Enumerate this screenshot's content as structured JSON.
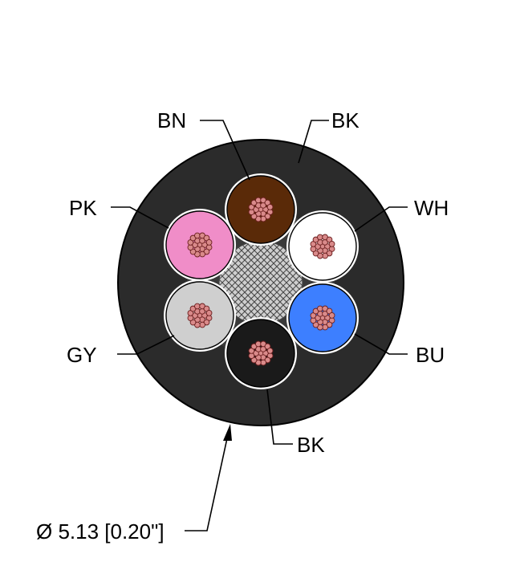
{
  "cable": {
    "jacket_color": "#2b2b2b",
    "filler_color": "#3a3a3a",
    "shield_color": "#cfcfcf",
    "strand_color": "#d98a8a",
    "dimension_label": "Ø 5.13 [0.20\"]"
  },
  "conductors": [
    {
      "id": "bn",
      "label": "BN",
      "color": "#5a2a08"
    },
    {
      "id": "wh",
      "label": "WH",
      "color": "#ffffff"
    },
    {
      "id": "bu",
      "label": "BU",
      "color": "#3d7fff"
    },
    {
      "id": "bk",
      "label": "BK",
      "color": "#1a1a1a"
    },
    {
      "id": "gy",
      "label": "GY",
      "color": "#cfcfcf"
    },
    {
      "id": "pk",
      "label": "PK",
      "color": "#f08dc8"
    }
  ],
  "jacket_label": "BK"
}
